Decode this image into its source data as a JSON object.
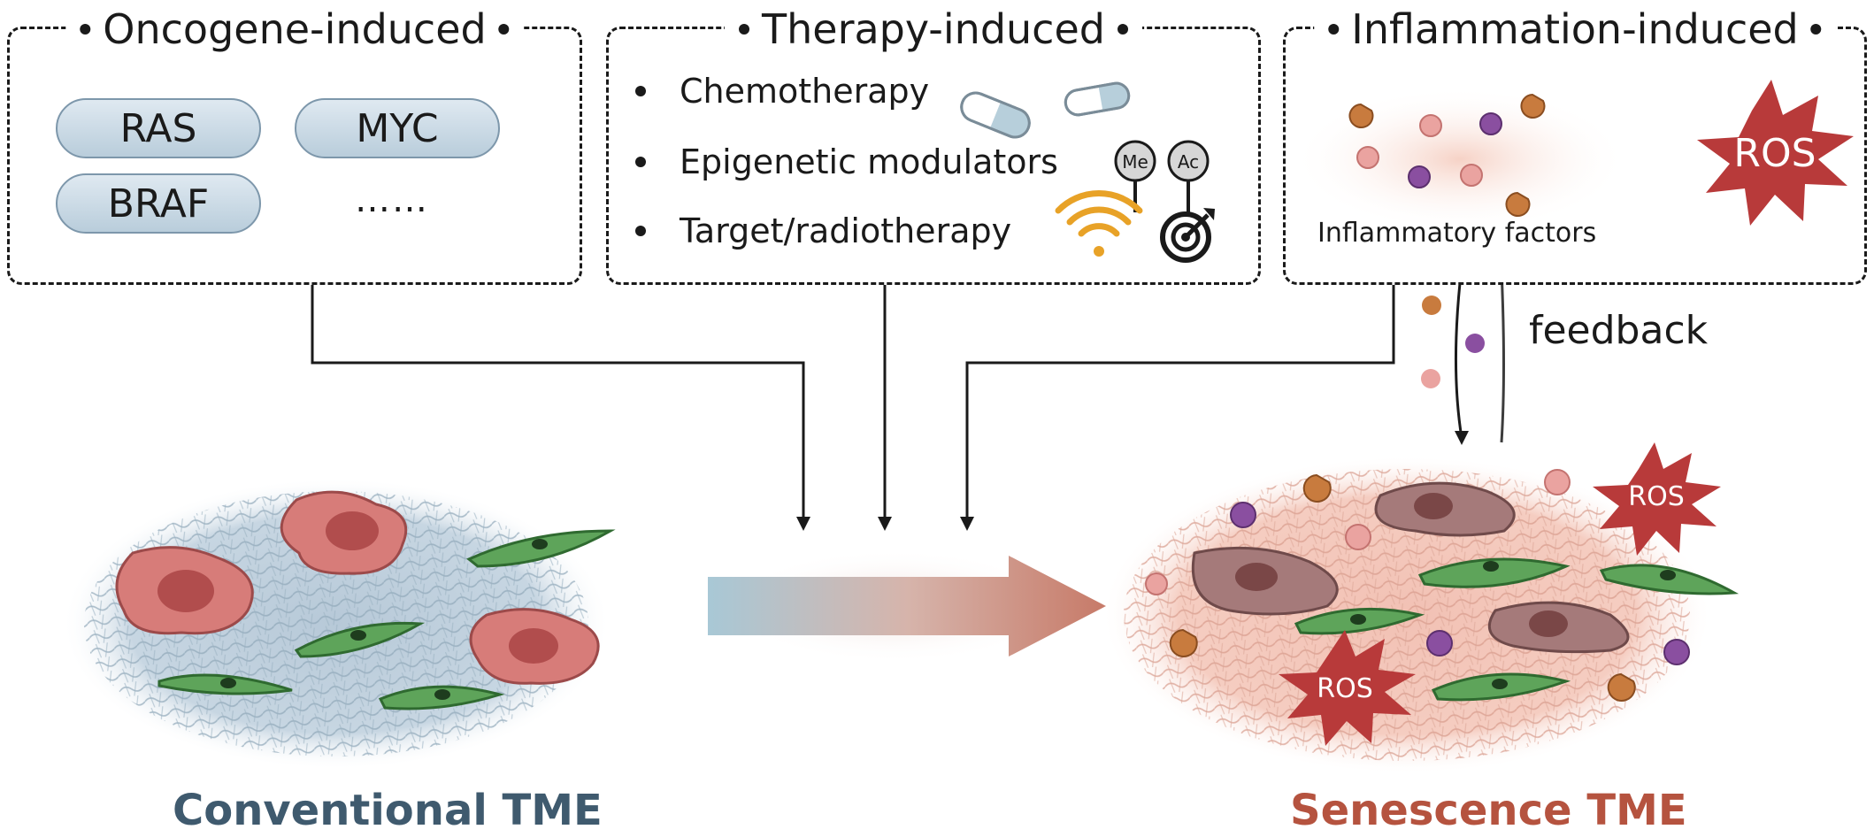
{
  "oncogene": {
    "title": "Oncogene-induced",
    "genes": [
      "RAS",
      "MYC",
      "BRAF"
    ],
    "more": "……"
  },
  "therapy": {
    "title": "Therapy-induced",
    "items": [
      "Chemotherapy",
      "Epigenetic modulators",
      "Target/radiotherapy"
    ],
    "epi_marks": [
      "Me",
      "Ac"
    ]
  },
  "inflammation": {
    "title": "Inflammation-induced",
    "factors_label": "Inflammatory factors",
    "ros_label": "ROS",
    "feedback_label": "feedback"
  },
  "tme": {
    "conventional_label": "Conventional TME",
    "senescence_label": "Senescence TME",
    "ros_labels": [
      "ROS",
      "ROS"
    ]
  },
  "colors": {
    "conventional": "#3f5a6e",
    "senescence": "#b5533f",
    "ros": "#b83a3a",
    "pill_border": "#7d97ab"
  }
}
